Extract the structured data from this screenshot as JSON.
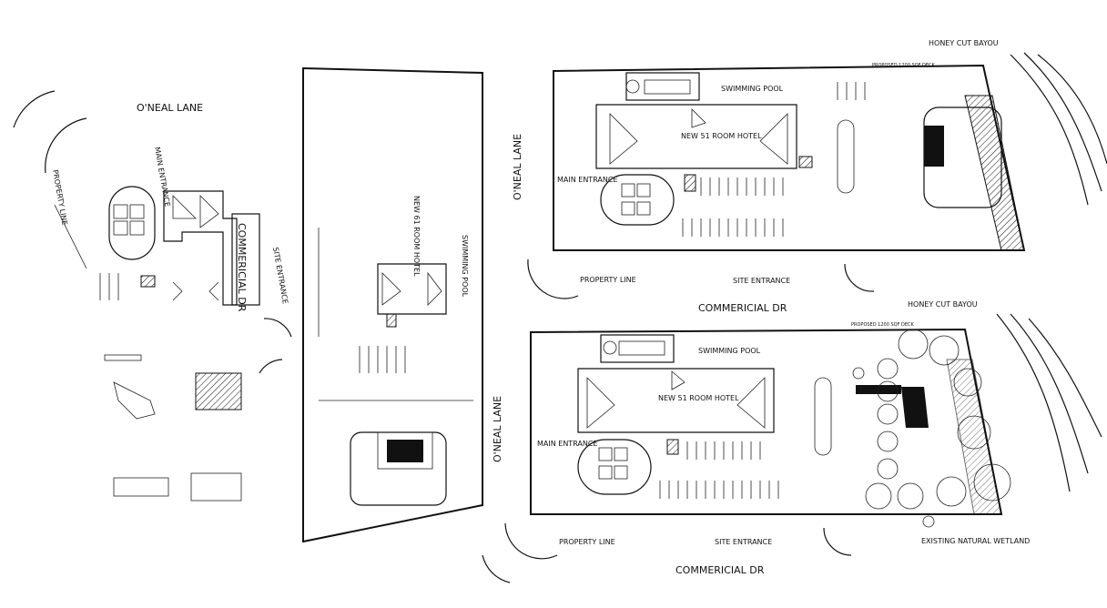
{
  "drawing": {
    "labels": {
      "oneal_lane": "O'NEAL LANE",
      "commericial_dr": "COMMERICIAL DR",
      "commericial_dr_vertical": "COMMERICIAL DR",
      "property_line": "PROPERTY LINE",
      "main_entrance": "MAIN ENTRANCE",
      "site_entrance": "SITE ENTRANCE",
      "swimming_pool": "SWIMMING POOL",
      "new_hotel_51": "NEW 51 ROOM HOTEL",
      "new_hotel_61": "NEW 61 ROOM HOTEL",
      "honey_cut_bayou": "HONEY CUT BAYOU",
      "proposed_deck_top": "PROPOSED 1200 SQF DECK",
      "proposed_deck_bottom": "PROPOSED 1200 SQF DECK",
      "existing_wetland": "EXISTING NATURAL WETLAND",
      "oneal_lane_vertical": "O'NEAL LANE"
    }
  }
}
